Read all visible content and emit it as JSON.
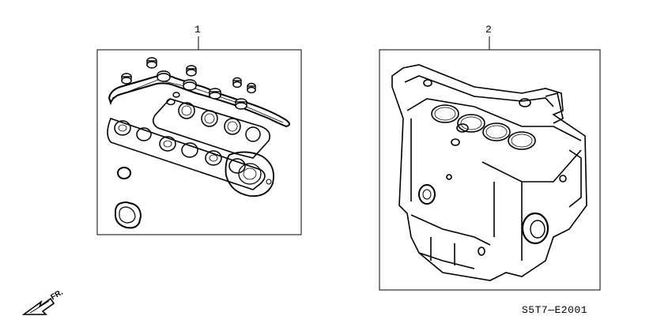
{
  "diagram": {
    "callouts": [
      {
        "id": "1",
        "label": "1"
      },
      {
        "id": "2",
        "label": "2"
      }
    ],
    "direction_label": "FR.",
    "diagram_code": "S5T7—E2001",
    "colors": {
      "line": "#000000",
      "background": "#ffffff"
    }
  }
}
